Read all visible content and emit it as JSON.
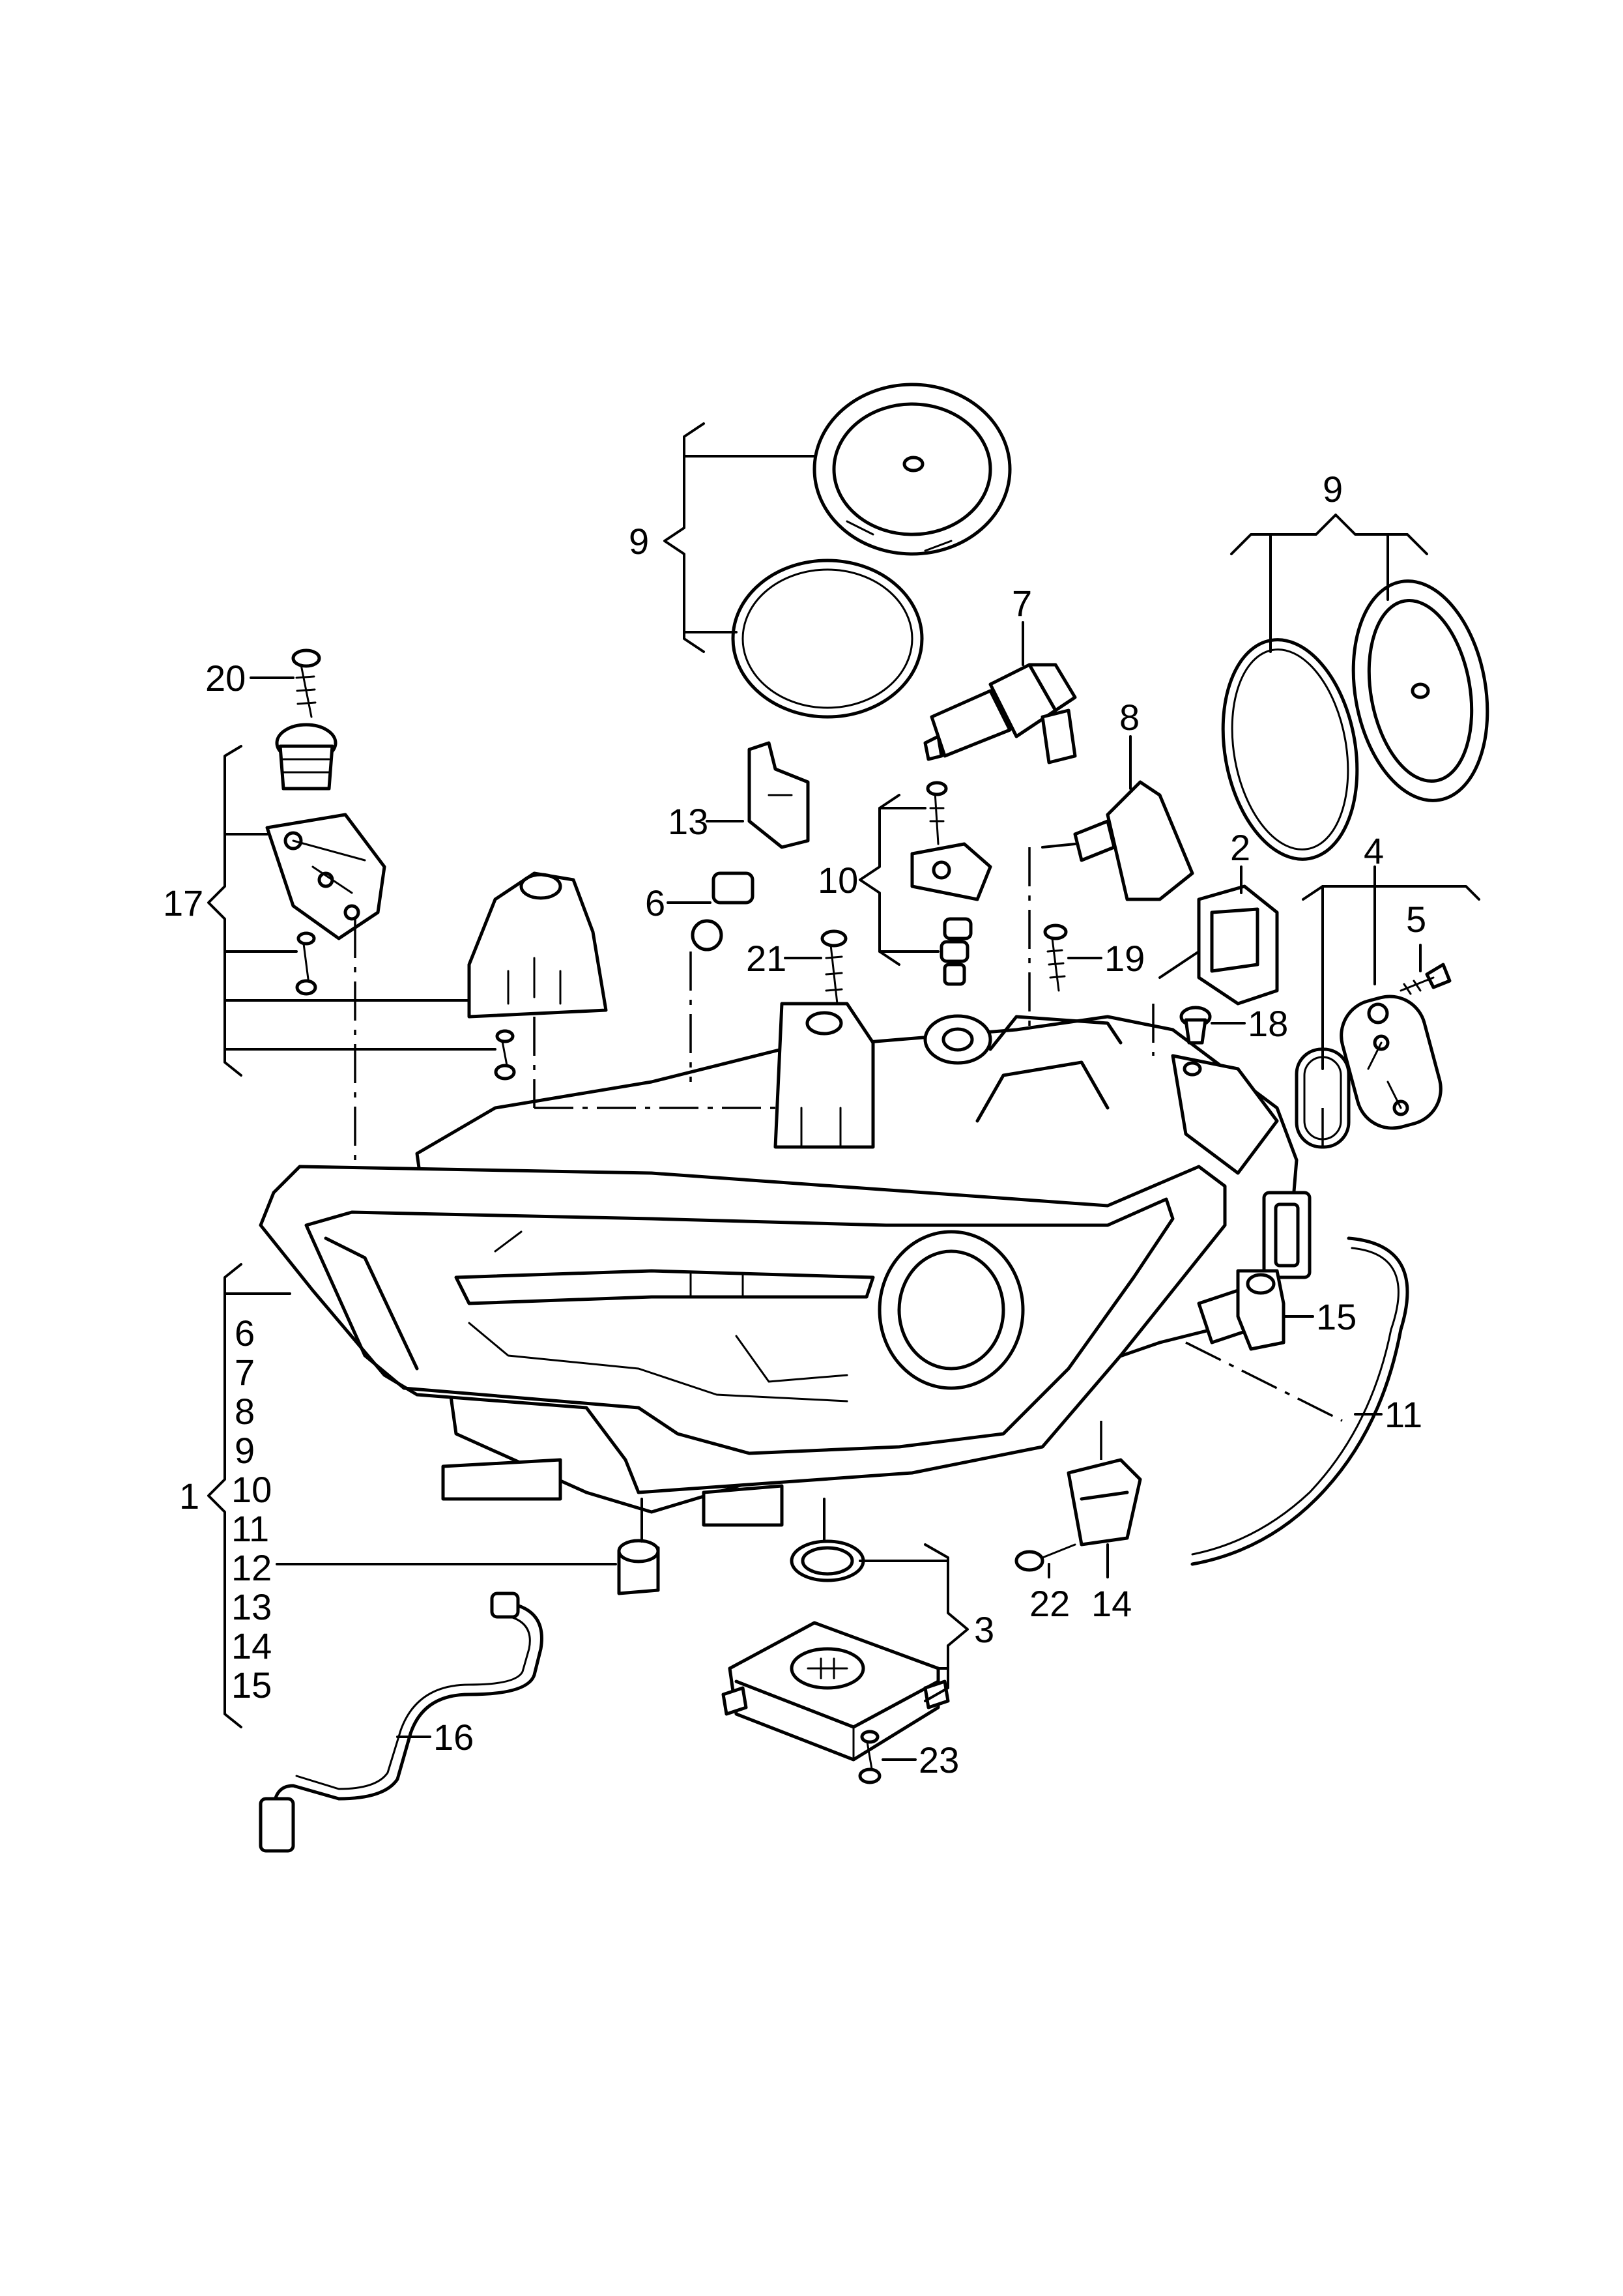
{
  "callouts": {
    "c1": "1",
    "c2": "2",
    "c3": "3",
    "c4": "4",
    "c5": "5",
    "c6": "6",
    "c7": "7",
    "c8": "8",
    "c9_left": "9",
    "c9_right": "9",
    "c10": "10",
    "c11": "11",
    "c12": "12",
    "c13": "13",
    "c14": "14",
    "c15": "15",
    "c16": "16",
    "c17": "17",
    "c18": "18",
    "c19": "19",
    "c20": "20",
    "c21": "21",
    "c22": "22",
    "c23": "23"
  },
  "group_1_items": [
    "6",
    "7",
    "8",
    "9",
    "10",
    "11",
    "12",
    "13",
    "14",
    "15"
  ]
}
